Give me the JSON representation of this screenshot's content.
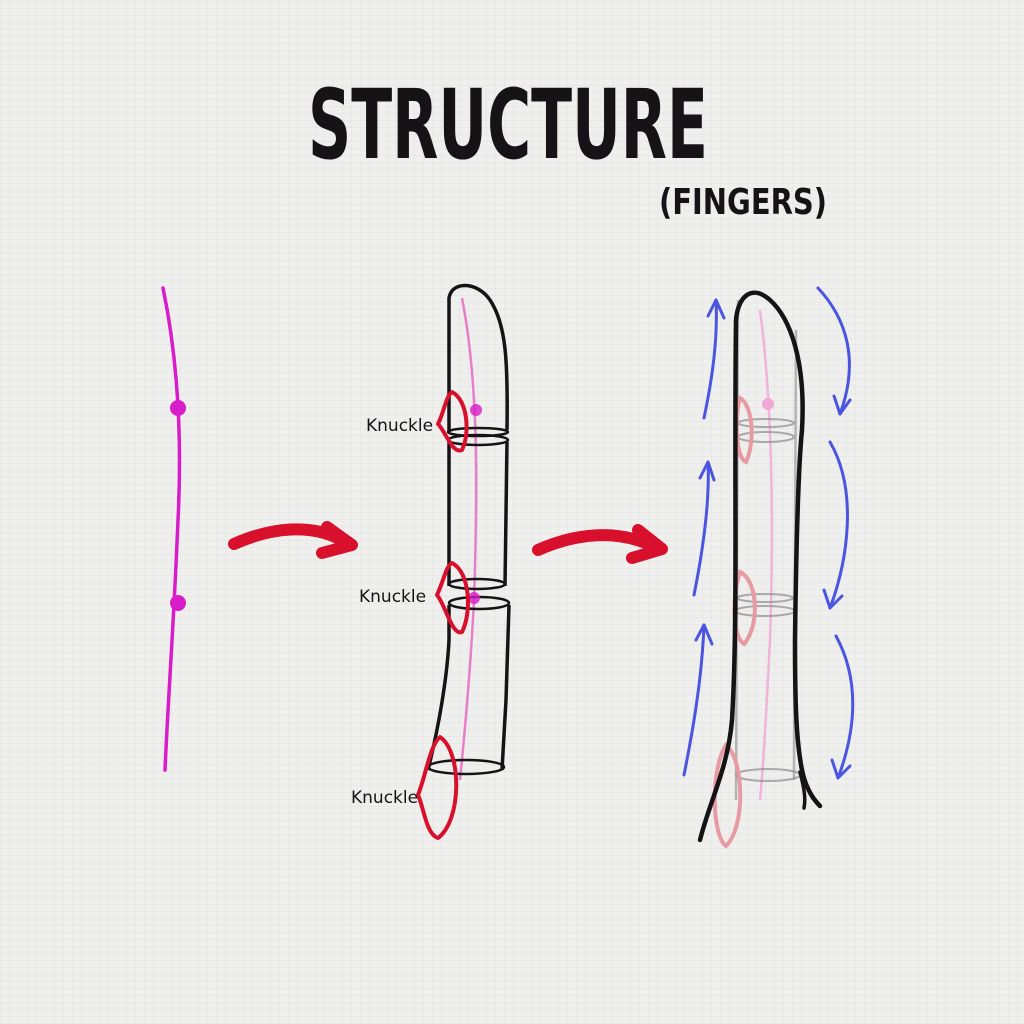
{
  "title": "STRUCTURE",
  "subtitle": "(FINGERS)",
  "knuckle_labels": [
    "Knuckle",
    "Knuckle",
    "Knuckle"
  ],
  "colors": {
    "ink": "#161316",
    "magenta": "#d81cc9",
    "red": "#d8102c",
    "blue": "#4a55e0",
    "pink_light": "#e79aa2",
    "background": "#efefee"
  }
}
